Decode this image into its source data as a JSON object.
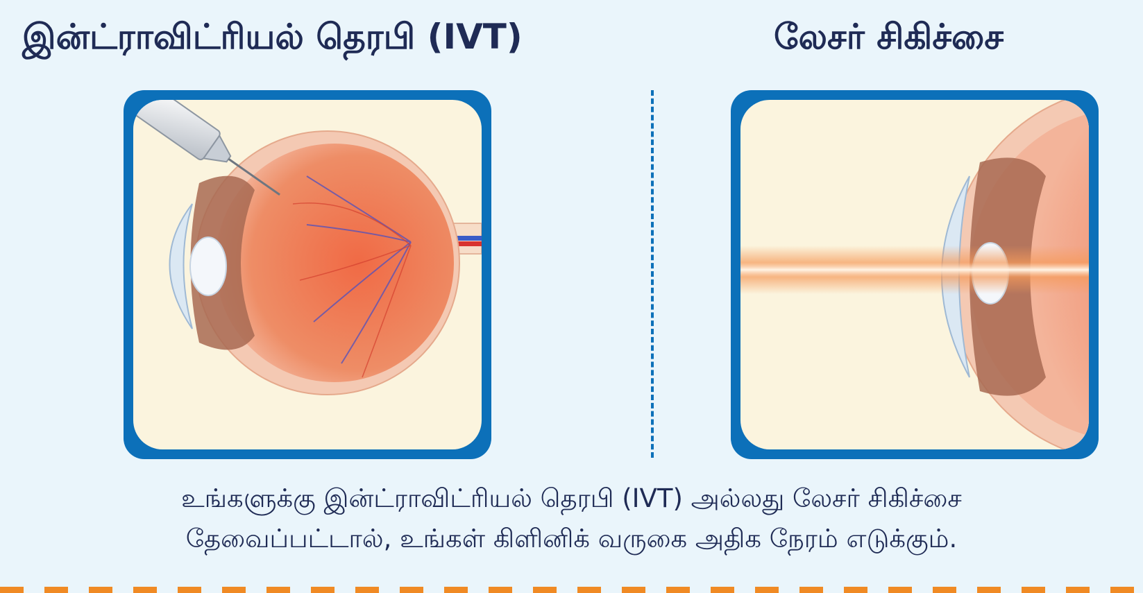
{
  "left_panel": {
    "title": "இன்ட்ராவிட்ரியல் தெரபி (IVT)",
    "illustration_icon": "eye-injection-illustration"
  },
  "right_panel": {
    "title": "லேசர் சிகிச்சை",
    "illustration_icon": "eye-laser-illustration"
  },
  "caption": {
    "line1": "உங்களுக்கு இன்ட்ராவிட்ரியல் தெரபி (IVT) அல்லது லேசர் சிகிச்சை",
    "line2": "தேவைப்பட்டால், உங்கள் கிளினிக் வருகை அதிக நேரம் எடுக்கும்."
  },
  "colors": {
    "background": "#eaf5fb",
    "panel_border": "#0c70b9",
    "panel_fill": "#fbf4de",
    "text": "#1f2b55",
    "dash_accent": "#f08a24",
    "eye_tissue": "#ec7a55",
    "laser_beam": "#f59a5a"
  }
}
